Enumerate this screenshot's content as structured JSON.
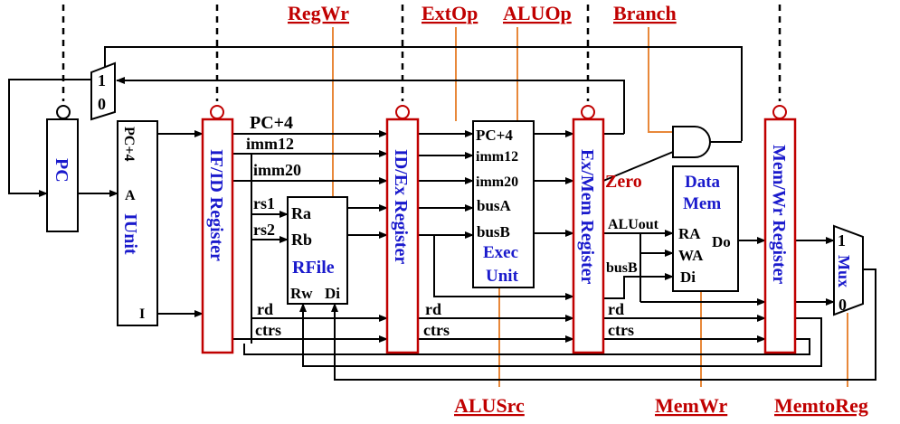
{
  "controls": {
    "regwr": "RegWr",
    "extop": "ExtOp",
    "aluop": "ALUOp",
    "branch": "Branch",
    "alusrc": "ALUSrc",
    "memwr": "MemWr",
    "memtoreg": "MemtoReg"
  },
  "pc_mux": {
    "in1": "1",
    "in0": "0"
  },
  "pc": {
    "label": "PC"
  },
  "iunit": {
    "pc4": "PC+4",
    "a": "A",
    "name": "IUnit",
    "i": "I"
  },
  "registers": {
    "ifid": "IF/ID Register",
    "idex": "ID/Ex Register",
    "exmem": "Ex/Mem Register",
    "memwr": "Mem/Wr Register"
  },
  "ifid_signals": {
    "pc4": "PC+4",
    "imm12": "imm12",
    "imm20": "imm20",
    "rs1": "rs1",
    "rs2": "rs2",
    "rd": "rd",
    "ctrs": "ctrs"
  },
  "rfile": {
    "ra": "Ra",
    "rb": "Rb",
    "name": "RFile",
    "rw": "Rw",
    "di": "Di"
  },
  "exec": {
    "pc4": "PC+4",
    "imm12": "imm12",
    "imm20": "imm20",
    "busa": "busA",
    "busb": "busB",
    "name1": "Exec",
    "name2": "Unit"
  },
  "idex_signals": {
    "rd": "rd",
    "ctrs": "ctrs"
  },
  "exmem_signals": {
    "zero": "Zero",
    "aluout": "ALUout",
    "busb": "busB",
    "rd": "rd",
    "ctrs": "ctrs"
  },
  "datamem": {
    "name1": "Data",
    "name2": "Mem",
    "ra": "RA",
    "wa": "WA",
    "di": "Di",
    "do": "Do"
  },
  "wb_mux": {
    "in1": "1",
    "name": "Mux",
    "in0": "0"
  }
}
